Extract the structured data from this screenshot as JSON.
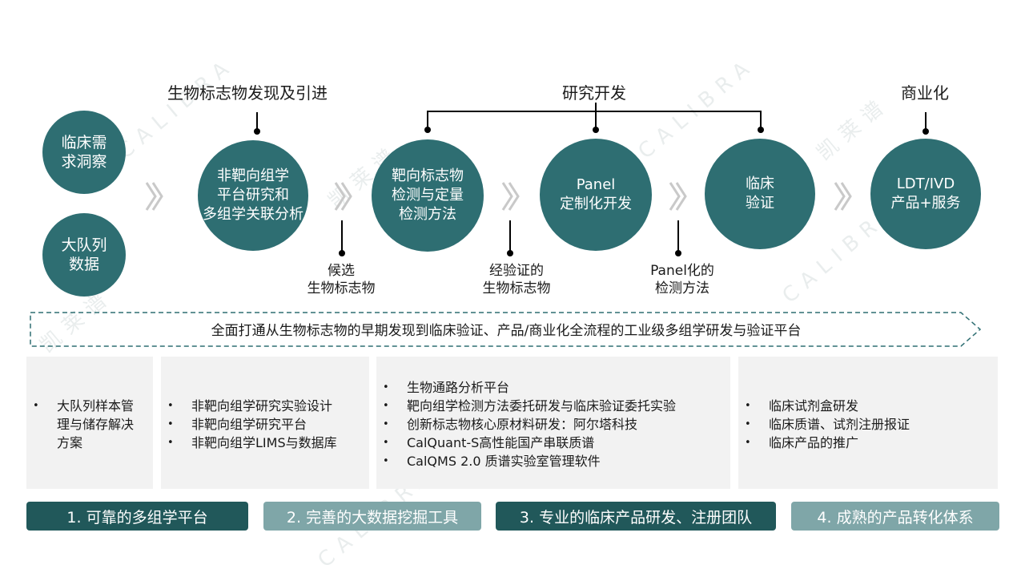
{
  "colors": {
    "teal": "#2e6e72",
    "dark_teal": "#21585a",
    "light_teal": "#7fa6a8",
    "chevron": "#c9c9c9"
  },
  "watermark": {
    "latin": "CALIBRA",
    "chinese": "凯莱谱"
  },
  "stage_headers": {
    "discovery": "生物标志物发现及引进",
    "rnd": "研究开发",
    "commercial": "商业化"
  },
  "left_circles": {
    "clinical_insight": "临床需\n求洞察",
    "cohort_data": "大队列\n数据"
  },
  "process_circles": [
    {
      "label": "非靶向组学\n平台研究和\n多组学关联分析"
    },
    {
      "label": "靶向标志物\n检测与定量\n检测方法"
    },
    {
      "label": "Panel\n定制化开发"
    },
    {
      "label": "临床\n验证"
    },
    {
      "label": "LDT/IVD\n产品+服务"
    }
  ],
  "outputs": {
    "candidate": "候选\n生物标志物",
    "validated": "经验证的\n生物标志物",
    "panel_method": "Panel化的\n检测方法"
  },
  "banner_text": "全面打通从生物标志物的早期发现到临床验证、产品/商业化全流程的工业级多组学研发与验证平台",
  "panels": [
    {
      "items": [
        "大队列样本管\n理与储存解决\n方案"
      ]
    },
    {
      "items": [
        "非靶向组学研究实验设计",
        "非靶向组学研究平台",
        "非靶向组学LIMS与数据库"
      ]
    },
    {
      "items": [
        "生物通路分析平台",
        "靶向组学检测方法委托研发与临床验证委托实验",
        "创新标志物核心原材料研发：阿尔塔科技",
        "CalQuant-S高性能国产串联质谱",
        "CalQMS 2.0 质谱实验室管理软件"
      ]
    },
    {
      "items": [
        "临床试剂盒研发",
        "临床质谱、试剂注册报证",
        "临床产品的推广"
      ]
    }
  ],
  "pills": [
    "1. 可靠的多组学平台",
    "2. 完善的大数据挖掘工具",
    "3. 专业的临床产品研发、注册团队",
    "4. 成熟的产品转化体系"
  ]
}
